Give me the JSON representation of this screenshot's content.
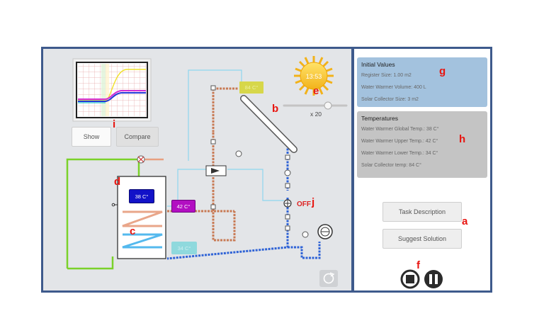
{
  "graph": {
    "show_label": "Show",
    "compare_label": "Compare"
  },
  "sun": {
    "time": "13:53",
    "speed": "x 20"
  },
  "diagram": {
    "tank_top_temp": "38 C°",
    "tank_middle_temp": "42 C°",
    "tank_bottom_temp": "34 C°",
    "collector_temp": "84 C°",
    "pump_status": "OFF"
  },
  "initial_values": {
    "title": "Initial Values",
    "register_size": "Register Size: 1.00 m2",
    "water_warmer_volume": "Water Warmer Volume: 400 L",
    "solar_collector_size": "Solar Collector Size: 3 m2"
  },
  "temperatures": {
    "title": "Temperatures",
    "global": "Water Warmer Global Temp.: 38 C°",
    "upper": "Water Warmer Upper Temp.: 42 C°",
    "lower": "Water Warmer Lower Temp.: 34 C°",
    "collector": "Solar Collector temp: 84 C°"
  },
  "actions": {
    "task_description": "Task Description",
    "suggest_solution": "Suggest Solution"
  },
  "annotations": {
    "a": "a",
    "b": "b",
    "c": "c",
    "d": "d",
    "e": "e",
    "f": "f",
    "g": "g",
    "h": "h",
    "i": "i",
    "j": "j"
  },
  "colors": {
    "frame": "#3e5a8c",
    "sim_bg": "#e3e5e8",
    "initial_box": "#a3c2de",
    "temp_box": "#c4c4c4",
    "hot_pipe": "#c87a55",
    "cold_pipe": "#2f63d6",
    "green_pipe": "#7bd12a",
    "annotation": "#e8140f"
  }
}
